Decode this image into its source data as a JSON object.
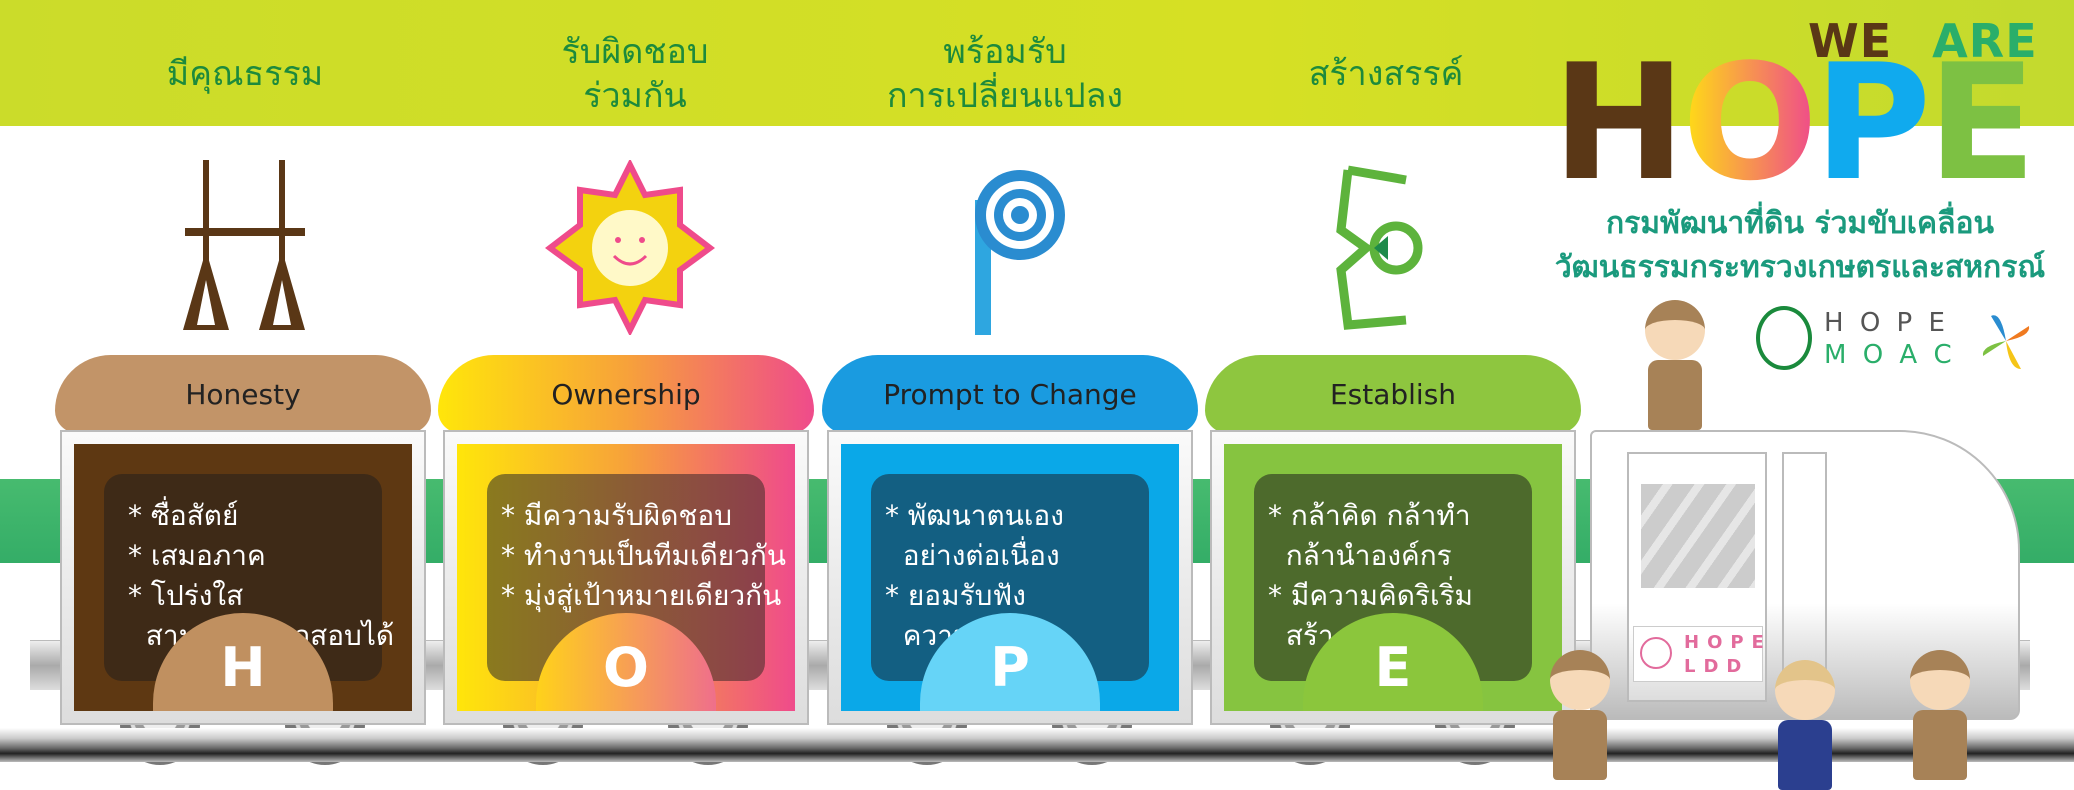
{
  "headers": [
    "มีคุณธรรม",
    [
      "รับผิดชอบ",
      "ร่วมกัน"
    ],
    [
      "พร้อมรับ",
      "การเปลี่ยนแปลง"
    ],
    "สร้างสรรค์"
  ],
  "brand": {
    "we": "WE",
    "are": "ARE",
    "h": "H",
    "o": "O",
    "p": "P",
    "e": "E",
    "subtitle1": "กรมพัฒนาที่ดิน  ร่วมขับเคลื่อน",
    "subtitle2": "วัฒนธรรมกระทรวงเกษตรและสหกรณ์",
    "moac_top": "H O P E",
    "moac_bottom": "M O A C",
    "colors": {
      "brown": "#5a3716",
      "green": "#2aae6a",
      "blue": "#10aaee",
      "lime": "#7dc143"
    }
  },
  "cars": [
    {
      "pillow": "Honesty",
      "letter": "H",
      "lines": [
        "* ซื่อสัตย์",
        "* เสมอภาค",
        "* โปร่งใส",
        "  สามารถตรวจสอบได้"
      ],
      "color": "#5e3812"
    },
    {
      "pillow": "Ownership",
      "letter": "O",
      "lines": [
        "* มีความรับผิดชอบ",
        "* ทำงานเป็นทีมเดียวกัน",
        "* มุ่งสู่เป้าหมายเดียวกัน"
      ],
      "color": "#f7b52c"
    },
    {
      "pillow": "Prompt to Change",
      "letter": "P",
      "lines": [
        "* พัฒนาตนเอง",
        "  อย่างต่อเนื่อง",
        "* ยอมรับฟัง",
        "  ความคิดเห็น"
      ],
      "color": "#0aa8e8"
    },
    {
      "pillow": "Establish",
      "letter": "E",
      "lines": [
        "* กล้าคิด กล้าทำ",
        "  กล้านำองค์กร",
        "* มีความคิดริเริ่ม",
        "  สร้างสรรค์"
      ],
      "color": "#86c440"
    }
  ],
  "locomotive": {
    "badge_top": "HOPE",
    "badge_bottom": "LDD"
  }
}
